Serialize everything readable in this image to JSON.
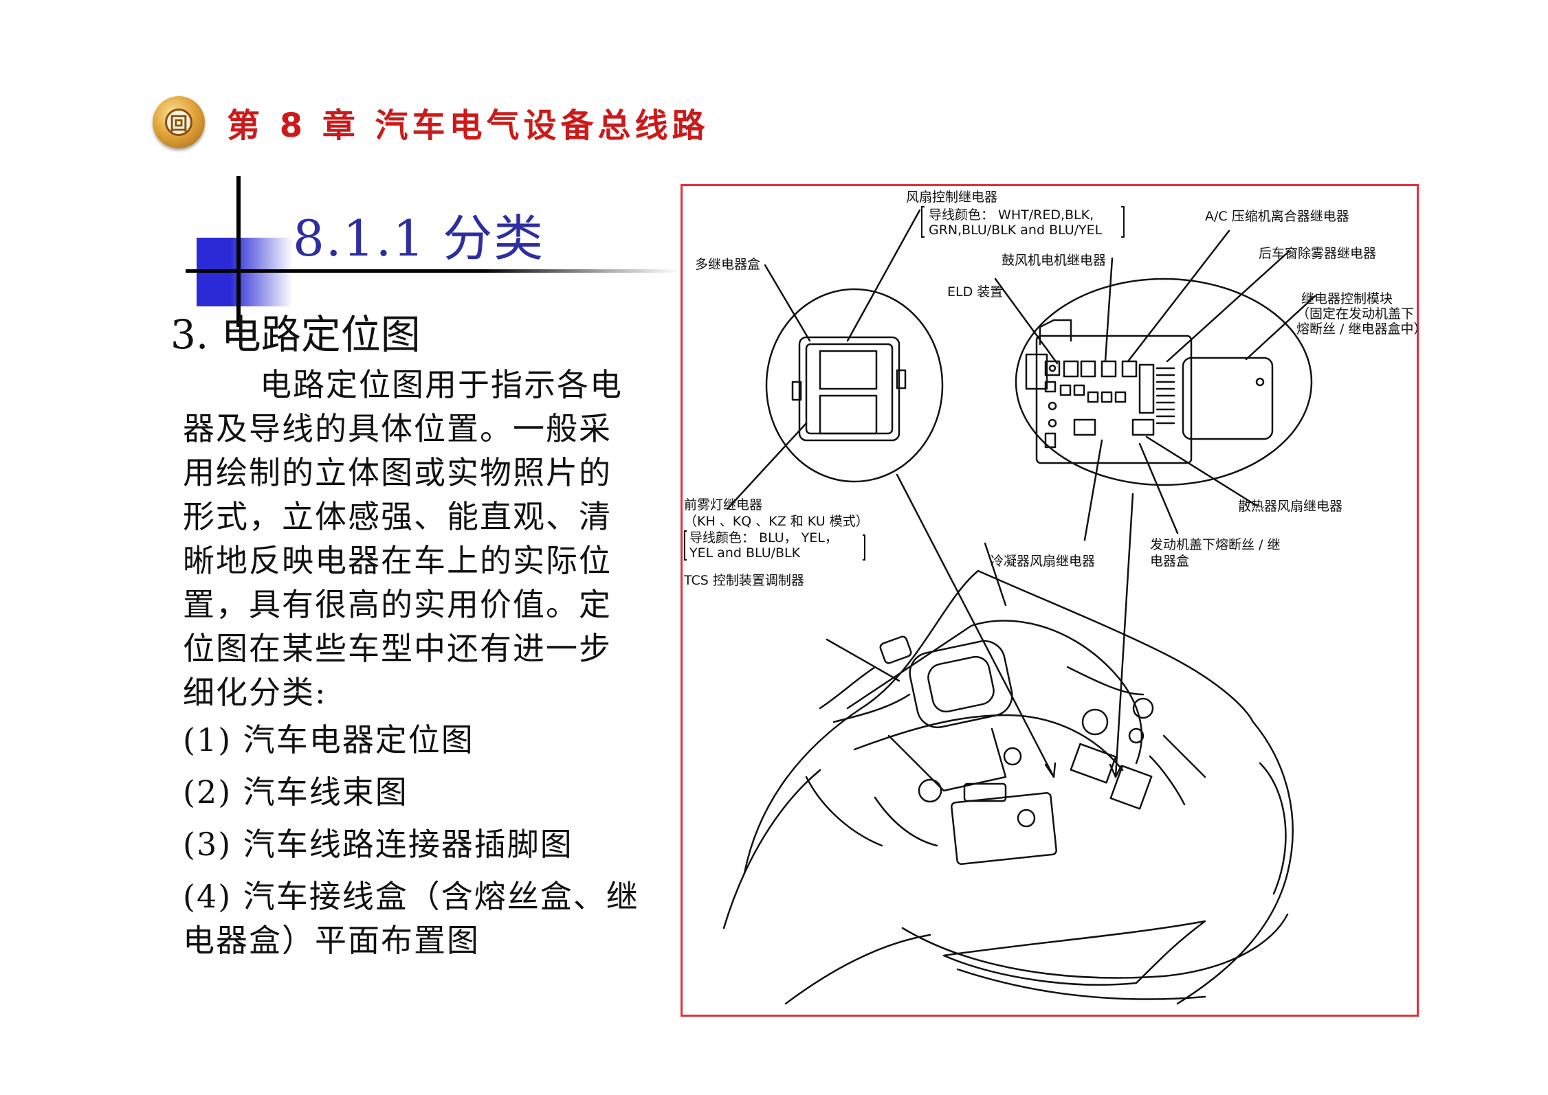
{
  "header": {
    "icon": "chapter-book-icon",
    "icon_glyph": "回",
    "chapter_title": "第 8 章   汽车电气设备总线路"
  },
  "section": {
    "title": "8.1.1  分类"
  },
  "subsection": {
    "title": "3.  电路定位图"
  },
  "body": {
    "paragraph": "电路定位图用于指示各电器及导线的具体位置。一般采用绘制的立体图或实物照片的形式，立体感强、能直观、清晰地反映电器在车上的实际位置，具有很高的实用价值。定位图在某些车型中还有进一步细化分类:"
  },
  "list": [
    "(1)  汽车电器定位图",
    "(2)  汽车线束图",
    "(3)  汽车线路连接器插脚图",
    "(4)  汽车接线盒（含熔丝盒、继电器盒）平面布置图"
  ],
  "figure": {
    "labels": {
      "fan_relay": "风扇控制继电器",
      "wire_color_1": "导线颜色：  WHT/RED,BLK,",
      "wire_color_2": "GRN,BLU/BLK and BLU/YEL",
      "ac_relay": "A/C 压缩机离合器继电器",
      "multi_relay_box": "多继电器盒",
      "blower_relay": "鼓风机电机继电器",
      "defog_relay": "后车窗除雾器继电器",
      "eld": "ELD 装置",
      "relay_module_1": "继电器控制模块",
      "relay_module_2": "（固定在发动机盖下",
      "relay_module_3": "熔断丝 / 继电器盒中）",
      "fog_relay_1": "前雾灯继电器",
      "fog_relay_2": "（KH 、KQ 、KZ 和 KU 模式）",
      "fog_wire_1": "导线颜色：  BLU，   YEL，",
      "fog_wire_2": "YEL and BLU/BLK",
      "tcs": "TCS 控制装置调制器",
      "radiator_relay": "散热器风扇继电器",
      "condenser_relay": "冷凝器风扇继电器",
      "hood_fuse_1": "发动机盖下熔断丝 / 继",
      "hood_fuse_2": "电器盒"
    }
  }
}
